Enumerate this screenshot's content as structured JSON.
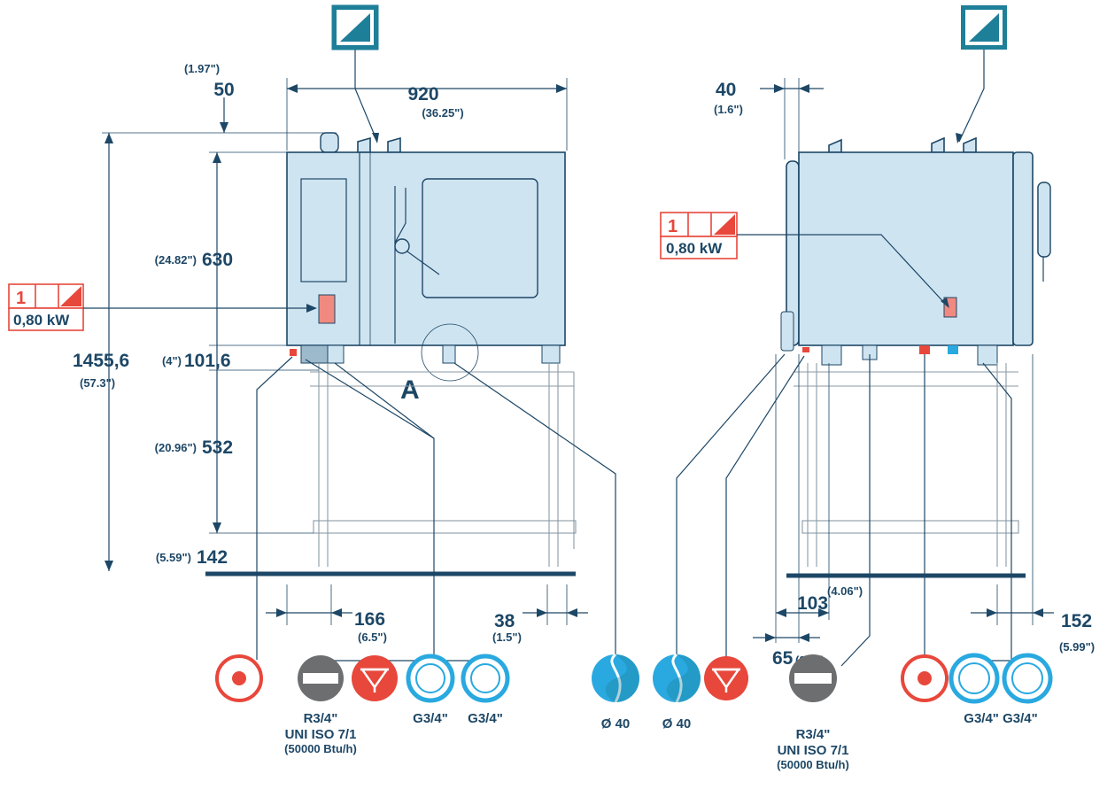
{
  "colors": {
    "navy": "#1d4766",
    "appliance_fill": "#cfe4f1",
    "red": "#e8473b",
    "gray": "#6d6e70",
    "light_blue": "#29a9e0",
    "teal": "#1e7f99"
  },
  "front_view": {
    "dims": {
      "top_offset_in": "(1.97\")",
      "top_offset": "50",
      "width": "920",
      "width_in": "(36.25\")",
      "height_body_in": "(24.82\")",
      "height_body": "630",
      "feet_in": "(4\")",
      "feet": "101,6",
      "total_height": "1455,6",
      "total_height_in": "(57.3\")",
      "stand_in": "(20.96\")",
      "stand": "532",
      "shelf_in": "(5.59\")",
      "shelf": "142",
      "left_offset": "166",
      "left_offset_in": "(6.5\")",
      "right_offset": "38",
      "right_offset_in": "(1.5\")"
    },
    "detail_label": "A",
    "power_badge": {
      "phase": "1",
      "power": "0,80 kW"
    }
  },
  "side_view": {
    "dims": {
      "depth_offset": "40",
      "depth_offset_in": "(1.6\")",
      "conn_a": "103",
      "conn_a_in": "(4.06\")",
      "conn_b": "65",
      "conn_b_in": "(2.6\")",
      "right_offset": "152",
      "right_offset_in": "(5.99\")"
    },
    "power_badge": {
      "phase": "1",
      "power": "0,80 kW"
    }
  },
  "connections": {
    "gas_label_1": "R3/4\"",
    "gas_label_2": "UNI ISO 7/1",
    "gas_label_3": "(50000 Btu/h)",
    "water_label": "G3/4\"",
    "drain_label": "Ø 40",
    "gas_label_side_1": "R3/4\"",
    "gas_label_side_2": "UNI ISO 7/1",
    "gas_label_side_3": "(50000 Btu/h)",
    "water_label_side": "G3/4\" G3/4\""
  },
  "icons": [
    "equipotential-icon",
    "gas-icon",
    "drain-funnel-icon",
    "water-inlet-icon",
    "drain-icon",
    "vent-icon"
  ]
}
